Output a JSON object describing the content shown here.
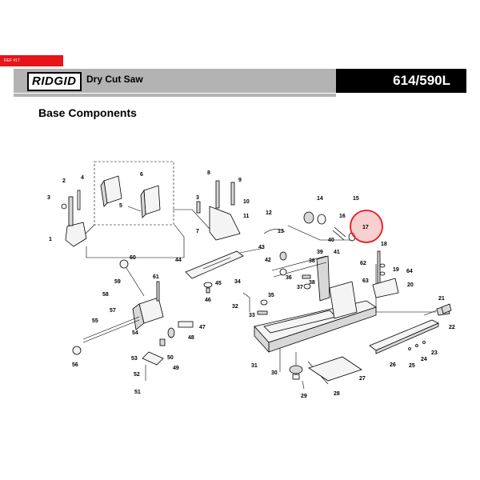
{
  "header": {
    "ref_tag": "REF #17",
    "brand": "RIDGID",
    "product": "Dry Cut Saw",
    "model": "614/590L"
  },
  "section_title": "Base Components",
  "highlight": {
    "part": "17",
    "color": "#e8141a"
  },
  "callouts": [
    "1",
    "2",
    "3",
    "4",
    "5",
    "6",
    "3",
    "7",
    "8",
    "9",
    "10",
    "11",
    "12",
    "13",
    "14",
    "15",
    "16",
    "17",
    "40",
    "39",
    "38",
    "41",
    "42",
    "43",
    "36",
    "37",
    "44",
    "45",
    "46",
    "18",
    "62",
    "19",
    "63",
    "64",
    "20",
    "60",
    "59",
    "61",
    "58",
    "57",
    "55",
    "54",
    "56",
    "34",
    "32",
    "35",
    "33",
    "38",
    "47",
    "48",
    "50",
    "49",
    "53",
    "52",
    "51",
    "31",
    "30",
    "29",
    "28",
    "27",
    "26",
    "25",
    "24",
    "23",
    "21",
    "22"
  ]
}
